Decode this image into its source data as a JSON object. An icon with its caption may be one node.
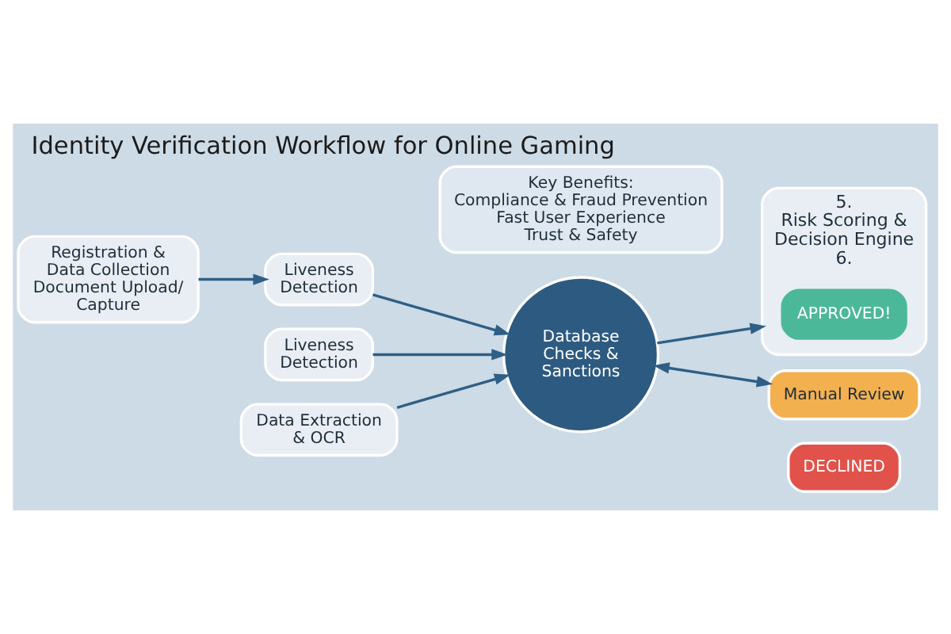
{
  "diagram": {
    "title": "Identity Verification Workflow for Online Gaming",
    "nodes": [
      {
        "text": [
          "Registration & Data Collection",
          "Document Upload/ Capture"
        ]
      },
      {
        "text": [
          "Liveness Detection"
        ]
      },
      {
        "text": [
          "Liveness Detection"
        ]
      },
      {
        "text": [
          "Data Extraction & OCR"
        ]
      },
      {
        "text": [
          "Database Checks & Sanctions"
        ]
      },
      {
        "text": [
          "5.",
          "Risk Scoring & Decision Engine",
          "6."
        ]
      },
      {
        "text": [
          "APPROVED!"
        ],
        "in": 5
      },
      {
        "text": [
          "Manual Review"
        ]
      },
      {
        "text": [
          "DECLINED"
        ]
      },
      {
        "text": [
          "Key Benefits:",
          "Compliance & Fraud Prevention",
          "Fast User Experience",
          "Trust & Safety"
        ]
      }
    ],
    "edges": [
      {
        "from": 0,
        "to": 1,
        "arrow": "to"
      },
      {
        "from": 1,
        "to": 4,
        "arrow": "to"
      },
      {
        "from": 2,
        "to": 4,
        "arrow": "to"
      },
      {
        "from": 3,
        "to": 4,
        "arrow": "to"
      },
      {
        "from": 4,
        "to": 5,
        "arrow": "to"
      },
      {
        "from": 4,
        "to": 7,
        "arrow": "both"
      }
    ]
  }
}
